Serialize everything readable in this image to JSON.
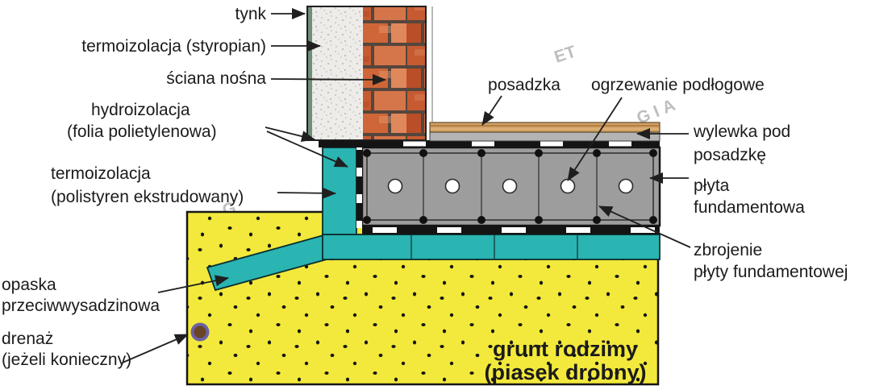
{
  "labels": {
    "tynk": "tynk",
    "termoizolacja_styropian": "termoizolacja (styropian)",
    "sciana_nosna": "ściana nośna",
    "hydroizolacja_line1": "hydroizolacja",
    "hydroizolacja_line2": "(folia polietylenowa)",
    "termoizolacja_xps_line1": "termoizolacja",
    "termoizolacja_xps_line2": "(polistyren ekstrudowany)",
    "opaska_line1": "opaska",
    "opaska_line2": "przeciwwysadzinowa",
    "drenaz_line1": "drenaż",
    "drenaz_line2": "(jeżeli konieczny)",
    "posadzka": "posadzka",
    "ogrzewanie": "ogrzewanie podłogowe",
    "wylewka_line1": "wylewka pod",
    "wylewka_line2": "posadzkę",
    "plyta_line1": "płyta",
    "plyta_line2": "fundamentowa",
    "zbrojenie_line1": "zbrojenie",
    "zbrojenie_line2": "płyty fundamentowej",
    "grunt_line1": "grunt rodzimy",
    "grunt_line2": "(piasek drobny)"
  },
  "watermark": {
    "fragment_top": "ET",
    "fragment_mid": "GIA",
    "fragment_left": "G"
  },
  "colors": {
    "insulation_teal": "#2ab4b2",
    "ground_yellow": "#f3e93c",
    "slab_gray": "#9d9d9d",
    "screed_gray": "#b4b4b4",
    "floor_tan": "#d4a265",
    "plaster_green": "#6e8f7a",
    "foil_black": "#141414",
    "brick_orange": "#c65a31",
    "drain_ring_purple": "#6a60a4",
    "drain_core_brown": "#6b4423"
  }
}
